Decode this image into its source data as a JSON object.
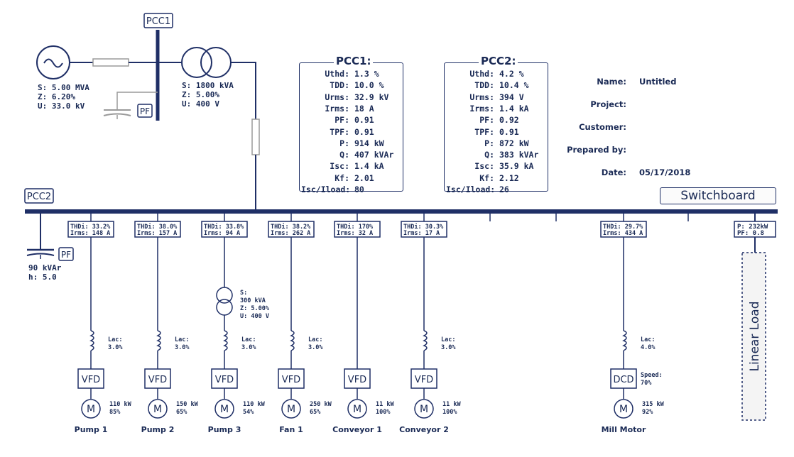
{
  "source": {
    "s": "S: 5.00 MVA",
    "z": "Z: 6.20%",
    "u": "U: 33.0 kV"
  },
  "main_transformer": {
    "s": "S: 1800 kVA",
    "z": "Z: 5.00%",
    "u": "U: 400 V"
  },
  "labels": {
    "pcc1": "PCC1",
    "pcc2": "PCC2",
    "pf": "PF",
    "switchboard": "Switchboard",
    "linear_load": "Linear Load"
  },
  "pcc2_capacitor": {
    "kvar": "90 kVAr",
    "h": "h: 5.0"
  },
  "pcc1_box": {
    "title": "PCC1:",
    "rows": [
      {
        "k": "Uthd:",
        "v": "1.3 %"
      },
      {
        "k": "TDD:",
        "v": "10.0 %"
      },
      {
        "k": "Urms:",
        "v": "32.9 kV"
      },
      {
        "k": "Irms:",
        "v": "18 A"
      },
      {
        "k": "PF:",
        "v": "0.91"
      },
      {
        "k": "TPF:",
        "v": "0.91"
      },
      {
        "k": "P:",
        "v": "914 kW"
      },
      {
        "k": "Q:",
        "v": "407 kVAr"
      },
      {
        "k": "Isc:",
        "v": "1.4 kA"
      },
      {
        "k": "Kf:",
        "v": "2.01"
      },
      {
        "k": "Isc/Iload:",
        "v": "80"
      }
    ]
  },
  "pcc2_box": {
    "title": "PCC2:",
    "rows": [
      {
        "k": "Uthd:",
        "v": "4.2 %"
      },
      {
        "k": "TDD:",
        "v": "10.4 %"
      },
      {
        "k": "Urms:",
        "v": "394 V"
      },
      {
        "k": "Irms:",
        "v": "1.4 kA"
      },
      {
        "k": "PF:",
        "v": "0.92"
      },
      {
        "k": "TPF:",
        "v": "0.91"
      },
      {
        "k": "P:",
        "v": "872 kW"
      },
      {
        "k": "Q:",
        "v": "383 kVAr"
      },
      {
        "k": "Isc:",
        "v": "35.9 kA"
      },
      {
        "k": "Kf:",
        "v": "2.12"
      },
      {
        "k": "Isc/Iload:",
        "v": "26"
      }
    ]
  },
  "info": {
    "name_label": "Name:",
    "name": "Untitled",
    "project_label": "Project:",
    "project": "",
    "customer_label": "Customer:",
    "customer": "",
    "prepared_label": "Prepared by:",
    "prepared": "",
    "date_label": "Date:",
    "date": "05/17/2018"
  },
  "feeders": [
    {
      "thdi": "THDi: 33.2%",
      "irms": "Irms: 148 A",
      "lac1": "Lac:",
      "lac2": "3.0%",
      "drive": "VFD",
      "kw": "110 kW",
      "pct": "85%",
      "name": "Pump 1"
    },
    {
      "thdi": "THDi: 38.0%",
      "irms": "Irms: 157 A",
      "lac1": "Lac:",
      "lac2": "3.0%",
      "drive": "VFD",
      "kw": "150 kW",
      "pct": "65%",
      "name": "Pump 2"
    },
    {
      "thdi": "THDi: 33.8%",
      "irms": "Irms: 94 A",
      "lac1": "Lac:",
      "lac2": "3.0%",
      "drive": "VFD",
      "kw": "110 kW",
      "pct": "54%",
      "name": "Pump 3",
      "xfmr": {
        "s1": "S:",
        "s2": "300 kVA",
        "z": "Z: 5.00%",
        "u": "U: 400 V"
      }
    },
    {
      "thdi": "THDi: 38.2%",
      "irms": "Irms: 262 A",
      "lac1": "Lac:",
      "lac2": "3.0%",
      "drive": "VFD",
      "kw": "250 kW",
      "pct": "65%",
      "name": "Fan 1"
    },
    {
      "thdi": "THDi: 170%",
      "irms": "Irms: 32 A",
      "lac1": "",
      "lac2": "",
      "drive": "VFD",
      "kw": "11 kW",
      "pct": "100%",
      "name": "Conveyor 1"
    },
    {
      "thdi": "THDi: 30.3%",
      "irms": "Irms: 17 A",
      "lac1": "Lac:",
      "lac2": "3.0%",
      "drive": "VFD",
      "kw": "11 kW",
      "pct": "100%",
      "name": "Conveyor 2"
    },
    {
      "thdi": "THDi: 29.7%",
      "irms": "Irms: 434 A",
      "lac1": "Lac:",
      "lac2": "4.0%",
      "drive": "DCD",
      "kw": "315 kW",
      "pct": "92%",
      "name": "Mill Motor",
      "speed1": "Speed:",
      "speed2": "70%"
    }
  ],
  "motor_symbol": "M",
  "linear": {
    "p": "P: 232kW",
    "pf": "PF: 0.8"
  }
}
